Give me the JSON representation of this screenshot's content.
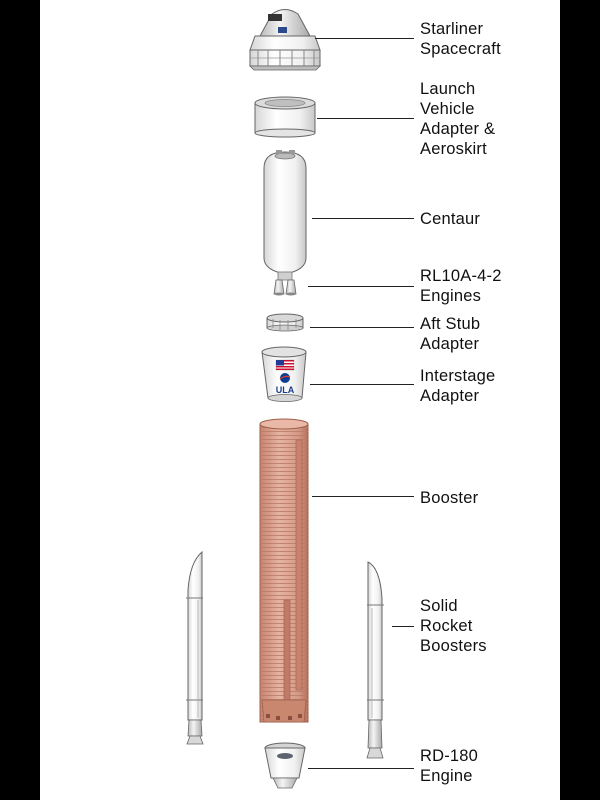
{
  "colors": {
    "background": "#ffffff",
    "outer": "#000000",
    "booster": "#d9a08e",
    "component": "#f2f2f2",
    "outline": "#555555",
    "leader": "#222222"
  },
  "components": [
    {
      "id": "starliner",
      "lines": [
        "Starliner",
        "Spacecraft"
      ]
    },
    {
      "id": "lva",
      "lines": [
        "Launch",
        "Vehicle",
        "Adapter &",
        "Aeroskirt"
      ]
    },
    {
      "id": "centaur",
      "lines": [
        "Centaur"
      ]
    },
    {
      "id": "rl10",
      "lines": [
        "RL10A-4-2",
        "Engines"
      ]
    },
    {
      "id": "aft-stub",
      "lines": [
        "Aft Stub",
        "Adapter"
      ]
    },
    {
      "id": "interstage",
      "lines": [
        "Interstage",
        "Adapter"
      ]
    },
    {
      "id": "booster",
      "lines": [
        "Booster"
      ]
    },
    {
      "id": "srb",
      "lines": [
        "Solid",
        "Rocket",
        "Boosters"
      ]
    },
    {
      "id": "rd180",
      "lines": [
        "RD-180",
        "Engine"
      ]
    }
  ],
  "interstage_logo": {
    "agency": "NASA",
    "maker": "ULA"
  }
}
